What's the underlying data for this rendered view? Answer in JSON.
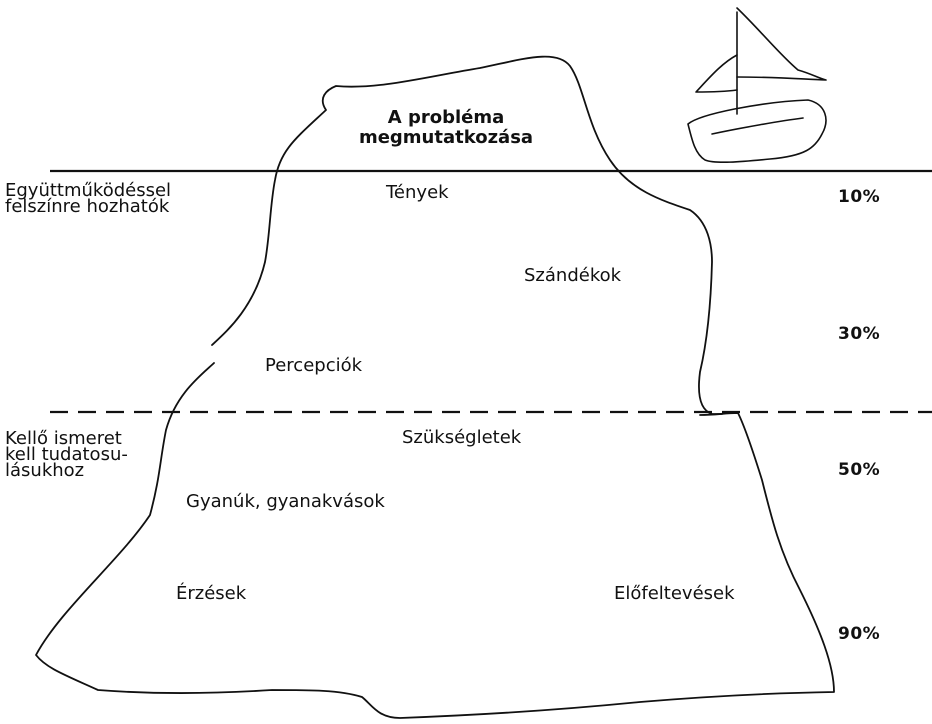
{
  "tip_title": [
    "A probléma",
    "megmutatkozása"
  ],
  "zones": {
    "upper": [
      "Együttműködéssel",
      "felszínre hozhatók"
    ],
    "lower": [
      "Kellő ismeret",
      "kell tudatosu-",
      "lásukhoz"
    ]
  },
  "concepts": {
    "facts": "Tények",
    "intentions": "Szándékok",
    "perceptions": "Percepciók",
    "needs": "Szükségletek",
    "suspicions": "Gyanúk, gyanakvások",
    "feelings": "Érzések",
    "assumptions": "Előfeltevések"
  },
  "percentages": [
    "10%",
    "30%",
    "50%",
    "90%"
  ]
}
